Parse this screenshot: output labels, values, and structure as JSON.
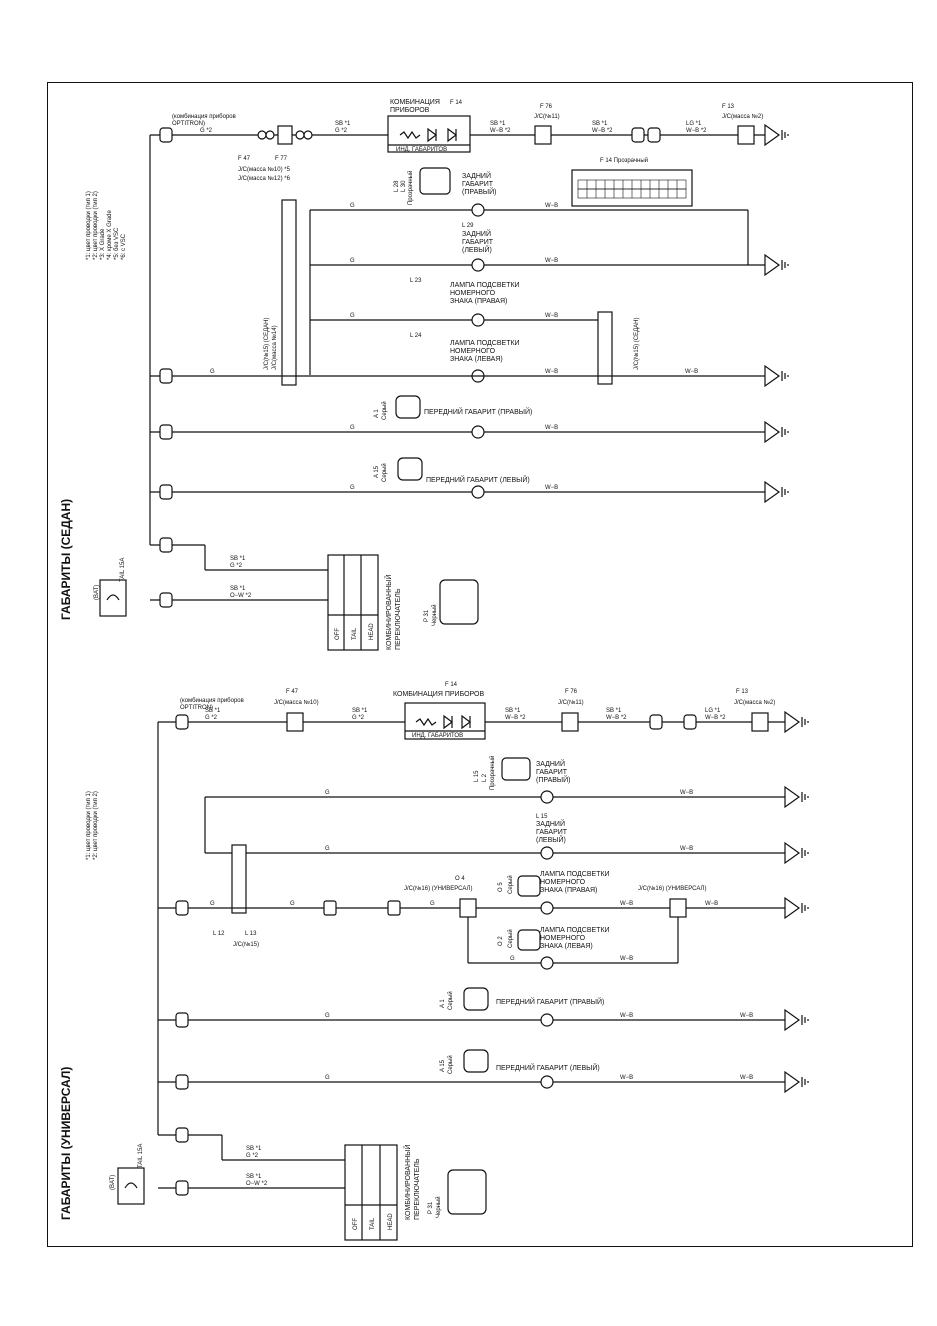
{
  "sedan": {
    "title": "ГАБАРИТЫ (СЕДАН)",
    "notes": [
      "*1: цвет проводки (тип 1)",
      "*2: цвет проводки (тип 2)",
      "*3: X Grade",
      "*4: кроме X Grade",
      "*5: без VSC",
      "*6: с VSC"
    ],
    "combo_label_1": "(комбинация приборов",
    "combo_label_2": "OPTITRON)",
    "meter_title_1": "КОМБИНАЦИЯ",
    "meter_title_2": "ПРИБОРОВ",
    "meter_code": "F 14",
    "ind_label": "ИНД. ГАБАРИТОВ",
    "jc10": "J/C(масса №10) *5",
    "jc12": "J/C(масса №12) *6",
    "f47": "F 47",
    "f77": "F 77",
    "f76": "F 76",
    "jc11": "J/C(№11)",
    "f13": "F 13",
    "jc_mass2": "J/C(масса №2)",
    "f14_clear": "F 14  Прозрачный",
    "l28_code": "L 28",
    "l30_code": "L 30",
    "clear": "Прозрачный",
    "rear_right_1": "ЗАДНИЙ",
    "rear_right_2": "ГАБАРИТ",
    "rear_right_3": "(ПРАВЫЙ)",
    "rear_left_code": "L 29",
    "rear_left_3": "(ЛЕВЫЙ)",
    "l23": "L 23",
    "l24": "L 24",
    "plate_1": "ЛАМПА ПОДСВЕТКИ",
    "plate_2": "НОМЕРНОГО",
    "plate_right": "ЗНАКА (ПРАВАЯ)",
    "plate_left": "ЗНАКА (ЛЕВАЯ)",
    "jc15_sedan": "J/C(№15) (СЕДАН)",
    "jc14_mass": "J/C(масса №14)",
    "front_right": "ПЕРЕДНИЙ ГАБАРИТ (ПРАВЫЙ)",
    "front_left": "ПЕРЕДНИЙ ГАБАРИТ (ЛЕВЫЙ)",
    "a1": "A 1",
    "a15": "A 15",
    "gray": "Серый",
    "bat": "(BAT)",
    "fuse": "TAIL 15A",
    "switch_1": "КОМБИНИРОВАННЫЙ",
    "switch_2": "ПЕРЕКЛЮЧАТЕЛЬ",
    "p31": "P 31",
    "black": "Черный",
    "sw_off": "OFF",
    "sw_tail": "TAIL",
    "sw_head": "HEAD"
  },
  "wagon": {
    "title": "ГАБАРИТЫ (УНИВЕРСАЛ)",
    "notes": [
      "*1: цвет проводки (тип 1)",
      "*2: цвет проводки (тип 2)"
    ],
    "meter_title": "КОМБИНАЦИЯ ПРИБОРОВ",
    "f47": "F 47",
    "jc10": "J/C(масса №10)",
    "jc16": "J/C(№16) (УНИВЕРСАЛ)",
    "jc15": "J/C(№15)",
    "l15": "L 15",
    "l2": "L 2",
    "o4": "O 4",
    "o5": "O 5",
    "o2": "O 2",
    "l12": "L 12",
    "l13": "L 13"
  },
  "wires": {
    "g": "G",
    "wb": "W−B",
    "sb1": "SB *1",
    "g2": "G *2",
    "wb2": "W−B *2",
    "lg1": "LG *1",
    "ow2": "O−W *2"
  },
  "colors": {
    "ink": "#111111",
    "paper": "#ffffff"
  }
}
